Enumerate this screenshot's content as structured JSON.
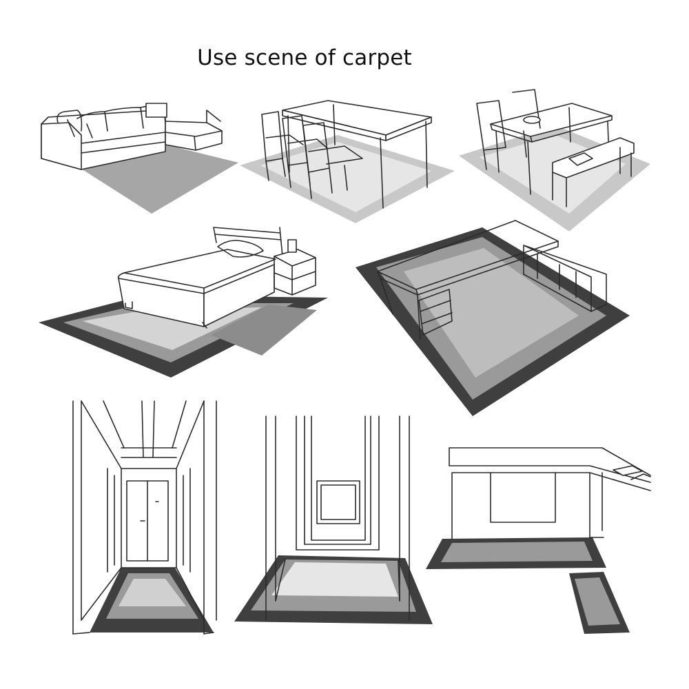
{
  "title": "Use scene of carpet",
  "colors": {
    "rug_dark": "#3f3f3f",
    "rug_mid": "#9a9a9a",
    "rug_light": "#c8c8c8",
    "rug_pale": "#e6e6e6",
    "line": "#2a2a2a"
  },
  "scenes": [
    {
      "id": "living-room",
      "icon": "sofa-icon"
    },
    {
      "id": "dining-room",
      "icon": "dining-table-icon"
    },
    {
      "id": "dining-bench",
      "icon": "dining-bench-icon"
    },
    {
      "id": "bedroom",
      "icon": "bed-icon"
    },
    {
      "id": "office",
      "icon": "desk-icon"
    },
    {
      "id": "hallway",
      "icon": "corridor-icon"
    },
    {
      "id": "entrance",
      "icon": "doorway-icon"
    },
    {
      "id": "kitchen",
      "icon": "kitchen-counter-icon"
    }
  ]
}
